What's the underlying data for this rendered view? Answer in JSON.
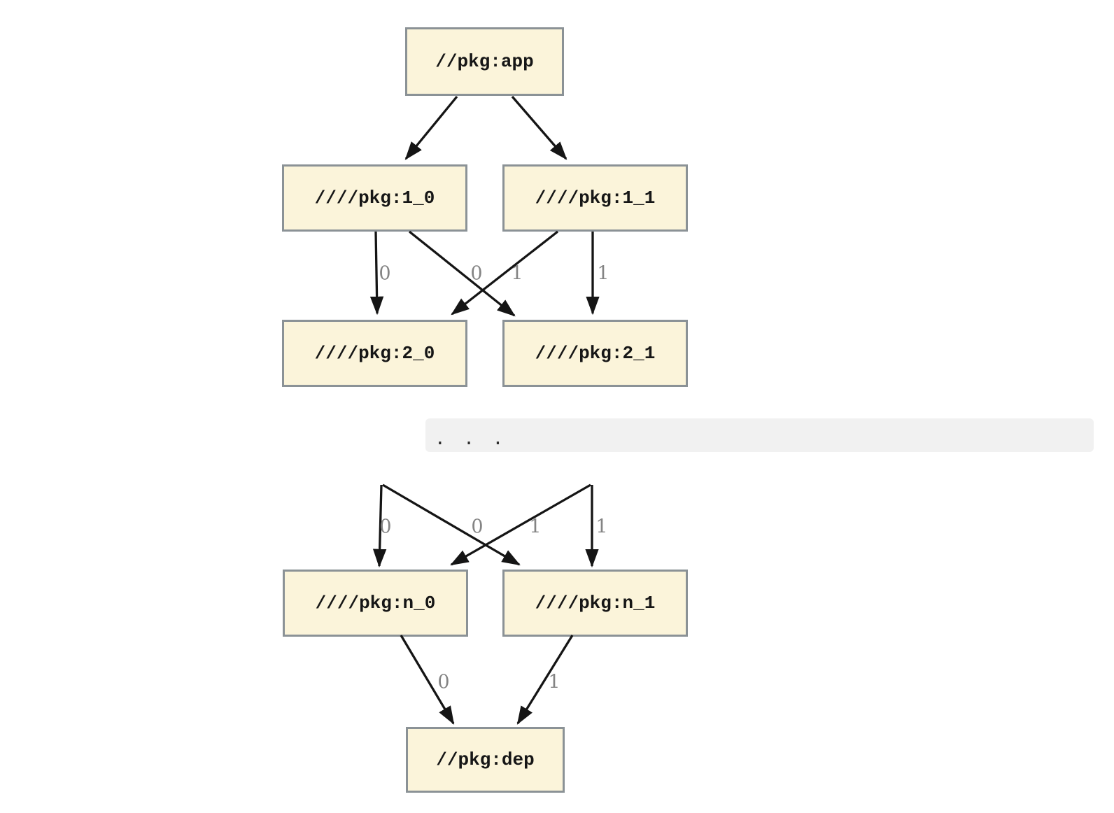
{
  "graph": {
    "nodes": {
      "app": {
        "label": "//pkg:app"
      },
      "l1_0": {
        "label": "////pkg:1_0"
      },
      "l1_1": {
        "label": "////pkg:1_1"
      },
      "l2_0": {
        "label": "////pkg:2_0"
      },
      "l2_1": {
        "label": "////pkg:2_1"
      },
      "ln_0": {
        "label": "////pkg:n_0"
      },
      "ln_1": {
        "label": "////pkg:n_1"
      },
      "dep": {
        "label": "//pkg:dep"
      }
    },
    "ellipsis": ". . .",
    "edge_labels": {
      "level1": [
        "0",
        "0",
        "1",
        "1"
      ],
      "leveln": [
        "0",
        "0",
        "1",
        "1"
      ],
      "dep": [
        "0",
        "1"
      ]
    },
    "edges": [
      {
        "from": "//pkg:app",
        "to": "////pkg:1_0"
      },
      {
        "from": "//pkg:app",
        "to": "////pkg:1_1"
      },
      {
        "from": "////pkg:1_0",
        "to": "////pkg:2_0",
        "label": "0"
      },
      {
        "from": "////pkg:1_1",
        "to": "////pkg:2_0",
        "label": "0"
      },
      {
        "from": "////pkg:1_0",
        "to": "////pkg:2_1",
        "label": "1"
      },
      {
        "from": "////pkg:1_1",
        "to": "////pkg:2_1",
        "label": "1"
      },
      {
        "from": "...",
        "to": "////pkg:n_0",
        "label": "0"
      },
      {
        "from": "...",
        "to": "////pkg:n_1",
        "label": "1"
      },
      {
        "from": "////pkg:n_0",
        "to": "//pkg:dep",
        "label": "0"
      },
      {
        "from": "////pkg:n_1",
        "to": "//pkg:dep",
        "label": "1"
      }
    ],
    "colors": {
      "background": "#ffffff",
      "node_fill": "#fbf4da",
      "node_border": "#8b9296",
      "edge": "#151515",
      "edge_label": "#848484",
      "band_bg": "#f1f1f1",
      "ellipsis_text": "#2e2e2e"
    }
  }
}
